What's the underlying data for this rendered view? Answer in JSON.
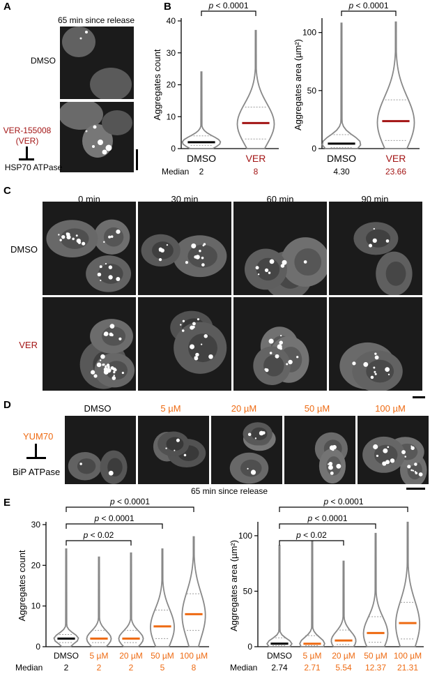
{
  "panels": {
    "A": {
      "label": "A",
      "title": "65 min since release",
      "rows": [
        {
          "label": "DMSO",
          "color": "#000000"
        }
      ],
      "inhibitor": {
        "drug": "VER-155008",
        "abbr": "(VER)",
        "target": "HSP70 ATPase",
        "color": "#a31515"
      }
    },
    "B": {
      "label": "B",
      "median_label": "Median",
      "charts": [
        {
          "ylabel": "Aggregates count",
          "pvalue": "p < 0.0001",
          "categories": [
            "DMSO",
            "VER"
          ],
          "category_colors": [
            "#000000",
            "#a31515"
          ],
          "medians": [
            "2",
            "8"
          ],
          "yticks": [
            "0",
            "10",
            "20",
            "30",
            "40"
          ]
        },
        {
          "ylabel": "Aggregates area (µm²)",
          "pvalue": "p < 0.0001",
          "categories": [
            "DMSO",
            "VER"
          ],
          "category_colors": [
            "#000000",
            "#a31515"
          ],
          "medians": [
            "4.30",
            "23.66"
          ],
          "yticks": [
            "0",
            "50",
            "100"
          ]
        }
      ]
    },
    "C": {
      "label": "C",
      "timepoints": [
        "0 min",
        "30 min",
        "60 min",
        "90 min"
      ],
      "rows": [
        "DMSO",
        "VER"
      ]
    },
    "D": {
      "label": "D",
      "conditions": [
        "DMSO",
        "5 µM",
        "20 µM",
        "50 µM",
        "100 µM"
      ],
      "inhibitor": {
        "drug": "YUM70",
        "target": "BiP ATPase",
        "color": "#ee6a12"
      },
      "caption": "65 min since release"
    },
    "E": {
      "label": "E",
      "median_label": "Median",
      "comparisons": [
        "p < 0.0001",
        "p < 0.0001",
        "p < 0.02"
      ],
      "categories": [
        "DMSO",
        "5 µM",
        "20 µM",
        "50 µM",
        "100 µM"
      ],
      "charts": [
        {
          "ylabel": "Aggregates count",
          "yticks": [
            "0",
            "10",
            "20",
            "30"
          ],
          "medians": [
            "2",
            "2",
            "2",
            "5",
            "8"
          ]
        },
        {
          "ylabel": "Aggregates area (µm²)",
          "yticks": [
            "0",
            "50",
            "100"
          ],
          "medians": [
            "2.74",
            "2.71",
            "5.54",
            "12.37",
            "21.31"
          ]
        }
      ]
    }
  },
  "chart_data": [
    {
      "type": "violin",
      "panel": "B-left",
      "ylabel": "Aggregates count",
      "categories": [
        "DMSO",
        "VER"
      ],
      "ylim": [
        0,
        40
      ],
      "medians": [
        2,
        8
      ],
      "max": [
        24,
        37
      ],
      "quartiles": [
        [
          1,
          4
        ],
        [
          3,
          13
        ]
      ],
      "significance": "p < 0.0001",
      "median_colors": [
        "#000000",
        "#a31515"
      ]
    },
    {
      "type": "violin",
      "panel": "B-right",
      "ylabel": "Aggregates area (µm²)",
      "categories": [
        "DMSO",
        "VER"
      ],
      "ylim": [
        0,
        110
      ],
      "medians": [
        4.3,
        23.66
      ],
      "max": [
        108,
        109
      ],
      "quartiles": [
        [
          1,
          12
        ],
        [
          7,
          42
        ]
      ],
      "significance": "p < 0.0001",
      "median_colors": [
        "#000000",
        "#a31515"
      ]
    },
    {
      "type": "violin",
      "panel": "E-left",
      "ylabel": "Aggregates count",
      "categories": [
        "DMSO",
        "5 µM",
        "20 µM",
        "50 µM",
        "100 µM"
      ],
      "ylim": [
        0,
        30
      ],
      "medians": [
        2,
        2,
        2,
        5,
        8
      ],
      "max": [
        24,
        22,
        23,
        24,
        27
      ],
      "quartiles": [
        [
          1,
          3
        ],
        [
          1,
          4
        ],
        [
          1,
          4
        ],
        [
          2,
          9
        ],
        [
          4,
          13
        ]
      ],
      "significance": [
        "p < 0.02",
        "p < 0.0001",
        "p < 0.0001"
      ],
      "median_colors": [
        "#000000",
        "#ee6a12",
        "#ee6a12",
        "#ee6a12",
        "#ee6a12"
      ]
    },
    {
      "type": "violin",
      "panel": "E-right",
      "ylabel": "Aggregates area (µm²)",
      "categories": [
        "DMSO",
        "5 µM",
        "20 µM",
        "50 µM",
        "100 µM"
      ],
      "ylim": [
        0,
        110
      ],
      "medians": [
        2.74,
        2.71,
        5.54,
        12.37,
        21.31
      ],
      "max": [
        91,
        95,
        77,
        102,
        112
      ],
      "quartiles": [
        [
          1,
          8
        ],
        [
          1,
          10
        ],
        [
          2,
          15
        ],
        [
          4,
          27
        ],
        [
          7,
          40
        ]
      ],
      "significance": [
        "p < 0.02",
        "p < 0.0001",
        "p < 0.0001"
      ],
      "median_colors": [
        "#000000",
        "#ee6a12",
        "#ee6a12",
        "#ee6a12",
        "#ee6a12"
      ]
    }
  ]
}
